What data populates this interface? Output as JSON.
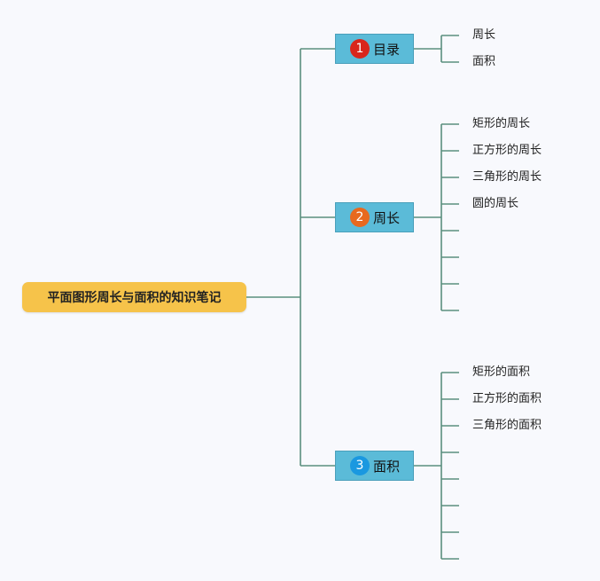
{
  "root": {
    "label": "平面图形周长与面积的知识笔记",
    "color": "#f6c34a"
  },
  "line_color": "#5b8f7e",
  "branches": [
    {
      "number": "1",
      "label": "目录",
      "badge_color": "#d9261c",
      "children": [
        "周长",
        "面积"
      ],
      "empty_slots": 0
    },
    {
      "number": "2",
      "label": "周长",
      "badge_color": "#e8691f",
      "children": [
        "矩形的周长",
        "正方形的周长",
        "三角形的周长",
        "圆的周长"
      ],
      "empty_slots": 4
    },
    {
      "number": "3",
      "label": "面积",
      "badge_color": "#1a98e0",
      "children": [
        "矩形的面积",
        "正方形的面积",
        "三角形的面积"
      ],
      "empty_slots": 5
    }
  ]
}
